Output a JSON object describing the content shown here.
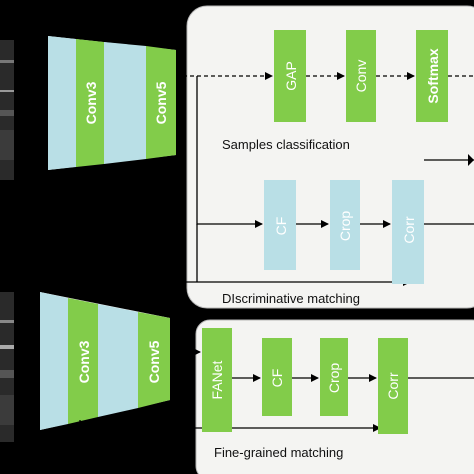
{
  "colors": {
    "background": "#000000",
    "panel": "#f4f4f2",
    "panel_border": "#b7b7b7",
    "green_block": "#82cc4a",
    "blue_block": "#b9dfe6",
    "label_text": "#ffffff",
    "caption_text": "#111111",
    "arrow": "#000000"
  },
  "top_backbone": {
    "conv3": "Conv3",
    "conv5": "Conv5"
  },
  "bottom_backbone": {
    "conv3": "Conv3",
    "conv5": "Conv5"
  },
  "classification_branch": {
    "blocks": [
      "GAP",
      "Conv",
      "Softmax"
    ],
    "caption": "Samples classification"
  },
  "discriminative_branch": {
    "blocks": [
      "CF",
      "Crop",
      "Corr"
    ],
    "caption": "DIscriminative matching"
  },
  "fine_grained_branch": {
    "blocks": [
      "FANet",
      "CF",
      "Crop",
      "Corr"
    ],
    "caption": "Fine-grained matching"
  }
}
